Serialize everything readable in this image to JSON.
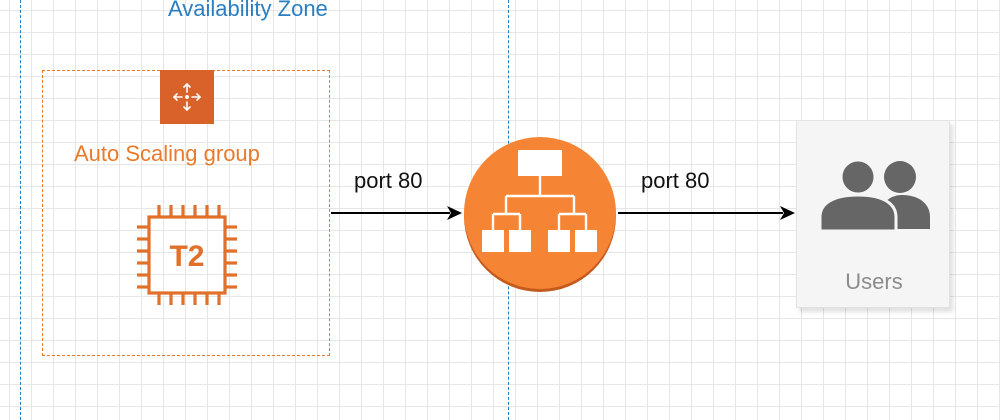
{
  "availability_zone": {
    "label": "Availability Zone",
    "color": "#2a7ec1"
  },
  "auto_scaling_group": {
    "label": "Auto Scaling group",
    "color": "#e87a2c",
    "group_icon": "auto-scaling-icon",
    "instance": {
      "icon": "ec2-instance-icon",
      "label": "T2"
    }
  },
  "load_balancer": {
    "icon": "elastic-load-balancer-icon",
    "color": "#f58534"
  },
  "connections": [
    {
      "label": "port 80"
    },
    {
      "label": "port 80"
    }
  ],
  "users": {
    "label": "Users",
    "icon": "users-icon",
    "icon_color": "#666666"
  }
}
